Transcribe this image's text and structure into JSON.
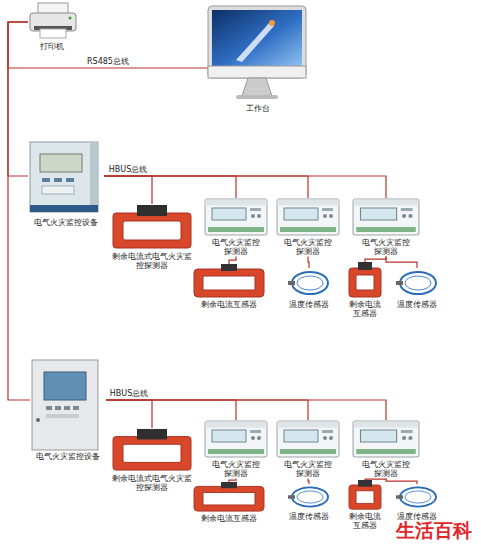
{
  "diagram": {
    "nodes": [
      {
        "text": [
          "打印机"
        ]
      },
      {
        "text": [
          "工作台"
        ]
      },
      {
        "text": [
          "电气火灾监控设备"
        ]
      },
      {
        "text": [
          "剩余电流式电气火灾监控探测器"
        ]
      },
      {
        "text": [
          "电气火灾监控探测器"
        ]
      },
      {
        "text": [
          "电气火灾监控探测器"
        ]
      },
      {
        "text": [
          "电气火灾监控探测器"
        ]
      },
      {
        "text": [
          "剩余电流互感器"
        ]
      },
      {
        "text": [
          "温度传感器"
        ]
      },
      {
        "text": [
          "剩余电流互感器"
        ]
      },
      {
        "text": [
          "温度传感器"
        ]
      },
      {
        "text": [
          "电气火灾监控设备"
        ]
      },
      {
        "text": [
          "剩余电流式电气火灾监控探测器"
        ]
      },
      {
        "text": [
          "电气火灾监控探测器"
        ]
      },
      {
        "text": [
          "电气火灾监控探测器"
        ]
      },
      {
        "text": [
          "电气火灾监控探测器"
        ]
      },
      {
        "text": [
          "剩余电流互感器"
        ]
      },
      {
        "text": [
          "温度传感器"
        ]
      },
      {
        "text": [
          "剩余电流互感器"
        ]
      },
      {
        "text": [
          "温度传感器"
        ]
      }
    ],
    "edges": [
      {
        "from": 0,
        "to": 1,
        "label": "RS485总线",
        "arrow": "none"
      },
      {
        "from": 0,
        "to": 2,
        "arrow": "none"
      },
      {
        "from": 0,
        "to": 11,
        "arrow": "none"
      },
      {
        "from": 2,
        "to": 3,
        "label": "HBUS总线",
        "arrow": "none"
      },
      {
        "from": 2,
        "to": 4,
        "arrow": "none"
      },
      {
        "from": 2,
        "to": 5,
        "arrow": "none"
      },
      {
        "from": 2,
        "to": 6,
        "arrow": "none"
      },
      {
        "from": 4,
        "to": 7,
        "arrow": "none"
      },
      {
        "from": 5,
        "to": 8,
        "arrow": "none"
      },
      {
        "from": 6,
        "to": 9,
        "arrow": "none"
      },
      {
        "from": 6,
        "to": 10,
        "arrow": "none"
      },
      {
        "from": 11,
        "to": 12,
        "label": "HBUS总线",
        "arrow": "none"
      },
      {
        "from": 11,
        "to": 13,
        "arrow": "none"
      },
      {
        "from": 11,
        "to": 14,
        "arrow": "none"
      },
      {
        "from": 11,
        "to": 15,
        "arrow": "none"
      },
      {
        "from": 13,
        "to": 16,
        "arrow": "none"
      },
      {
        "from": 14,
        "to": 17,
        "arrow": "none"
      },
      {
        "from": 15,
        "to": 18,
        "arrow": "none"
      },
      {
        "from": 15,
        "to": 19,
        "arrow": "none"
      }
    ],
    "labels": [
      "生活百科"
    ]
  }
}
